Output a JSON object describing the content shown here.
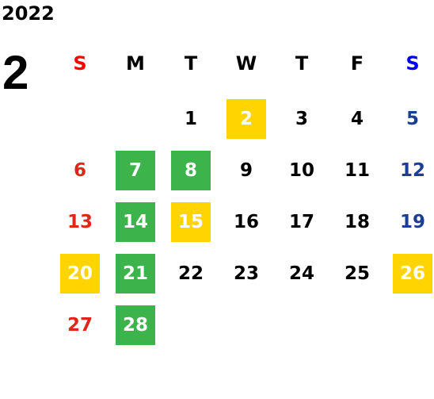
{
  "calendar": {
    "year": "2022",
    "month": "2",
    "weekdays": [
      {
        "label": "S"
      },
      {
        "label": "M"
      },
      {
        "label": "T"
      },
      {
        "label": "W"
      },
      {
        "label": "T"
      },
      {
        "label": "F"
      },
      {
        "label": "S"
      }
    ],
    "days": [
      {
        "label": "1",
        "mark": "none"
      },
      {
        "label": "2",
        "mark": "yellow"
      },
      {
        "label": "3",
        "mark": "none"
      },
      {
        "label": "4",
        "mark": "none"
      },
      {
        "label": "5",
        "mark": "none"
      },
      {
        "label": "6",
        "mark": "none"
      },
      {
        "label": "7",
        "mark": "green"
      },
      {
        "label": "8",
        "mark": "green"
      },
      {
        "label": "9",
        "mark": "none"
      },
      {
        "label": "10",
        "mark": "none"
      },
      {
        "label": "11",
        "mark": "none"
      },
      {
        "label": "12",
        "mark": "none"
      },
      {
        "label": "13",
        "mark": "none"
      },
      {
        "label": "14",
        "mark": "green"
      },
      {
        "label": "15",
        "mark": "yellow"
      },
      {
        "label": "16",
        "mark": "none"
      },
      {
        "label": "17",
        "mark": "none"
      },
      {
        "label": "18",
        "mark": "none"
      },
      {
        "label": "19",
        "mark": "none"
      },
      {
        "label": "20",
        "mark": "yellow"
      },
      {
        "label": "21",
        "mark": "green"
      },
      {
        "label": "22",
        "mark": "none"
      },
      {
        "label": "23",
        "mark": "none"
      },
      {
        "label": "24",
        "mark": "none"
      },
      {
        "label": "25",
        "mark": "none"
      },
      {
        "label": "26",
        "mark": "yellow"
      },
      {
        "label": "27",
        "mark": "none"
      },
      {
        "label": "28",
        "mark": "green"
      }
    ]
  },
  "colors": {
    "green": "#3cb44b",
    "yellow": "#ffd400",
    "sunday_text": "#e0251b",
    "saturday_text": "#1b3f93",
    "sunday_header": "#ff0000",
    "saturday_header": "#0000ff",
    "default_text": "#000000",
    "marked_text": "#ffffff"
  }
}
